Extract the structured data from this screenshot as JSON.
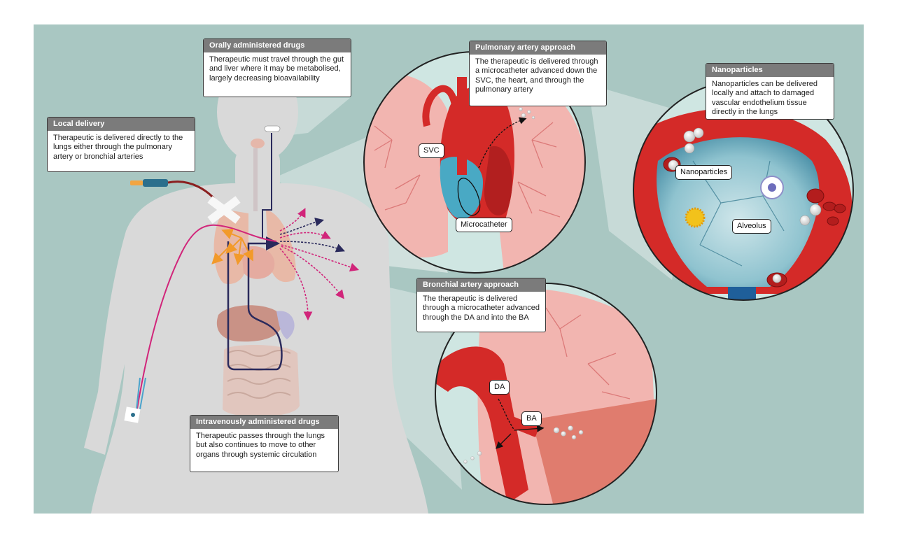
{
  "colors": {
    "background": "#a9c7c2",
    "header": "#7b7b7b",
    "aorta_red": "#d42a28",
    "lung_pink": "#f2b5b0",
    "catheter_blue": "#3f8fb0",
    "catheter_magenta": "#d1257a",
    "catheter_navy": "#2a2a5c",
    "arrow_orange": "#f29a2b"
  },
  "boxes": {
    "oral": {
      "title": "Orally administered drugs",
      "body": "Therapeutic must travel through the gut and liver where it may be metabolised, largely decreasing bioavailability"
    },
    "local": {
      "title": "Local delivery",
      "body": "Therapeutic is delivered directly to the lungs either through the pulmonary artery or bronchial arteries"
    },
    "pulmonary": {
      "title": "Pulmonary artery approach",
      "body": "The therapeutic is delivered through a microcatheter advanced down the SVC, the heart, and through the pulmonary artery"
    },
    "nano": {
      "title": "Nanoparticles",
      "body": "Nanoparticles can be delivered locally and attach to damaged vascular endothelium tissue directly in the lungs"
    },
    "bronchial": {
      "title": "Bronchial artery approach",
      "body": "The therapeutic is delivered through a microcatheter advanced through the DA and into the BA"
    },
    "iv": {
      "title": "Intravenously administered drugs",
      "body": "Therapeutic passes through the lungs but also continues to move to other organs through systemic circulation"
    }
  },
  "labels": {
    "svc": "SVC",
    "microcatheter": "Microcatheter",
    "nanoparticles": "Nanoparticles",
    "alveolus": "Alveolus",
    "da": "DA",
    "ba": "BA"
  },
  "icons": [
    "body-silhouette-icon",
    "syringe-icon",
    "iv-cannula-icon",
    "pill-icon",
    "heart-icon",
    "lungs-icon",
    "liver-icon",
    "intestine-icon",
    "aorta-icon",
    "alveolus-icon",
    "nanoparticle-icon",
    "red-blood-cell-icon",
    "immune-cell-icon"
  ]
}
